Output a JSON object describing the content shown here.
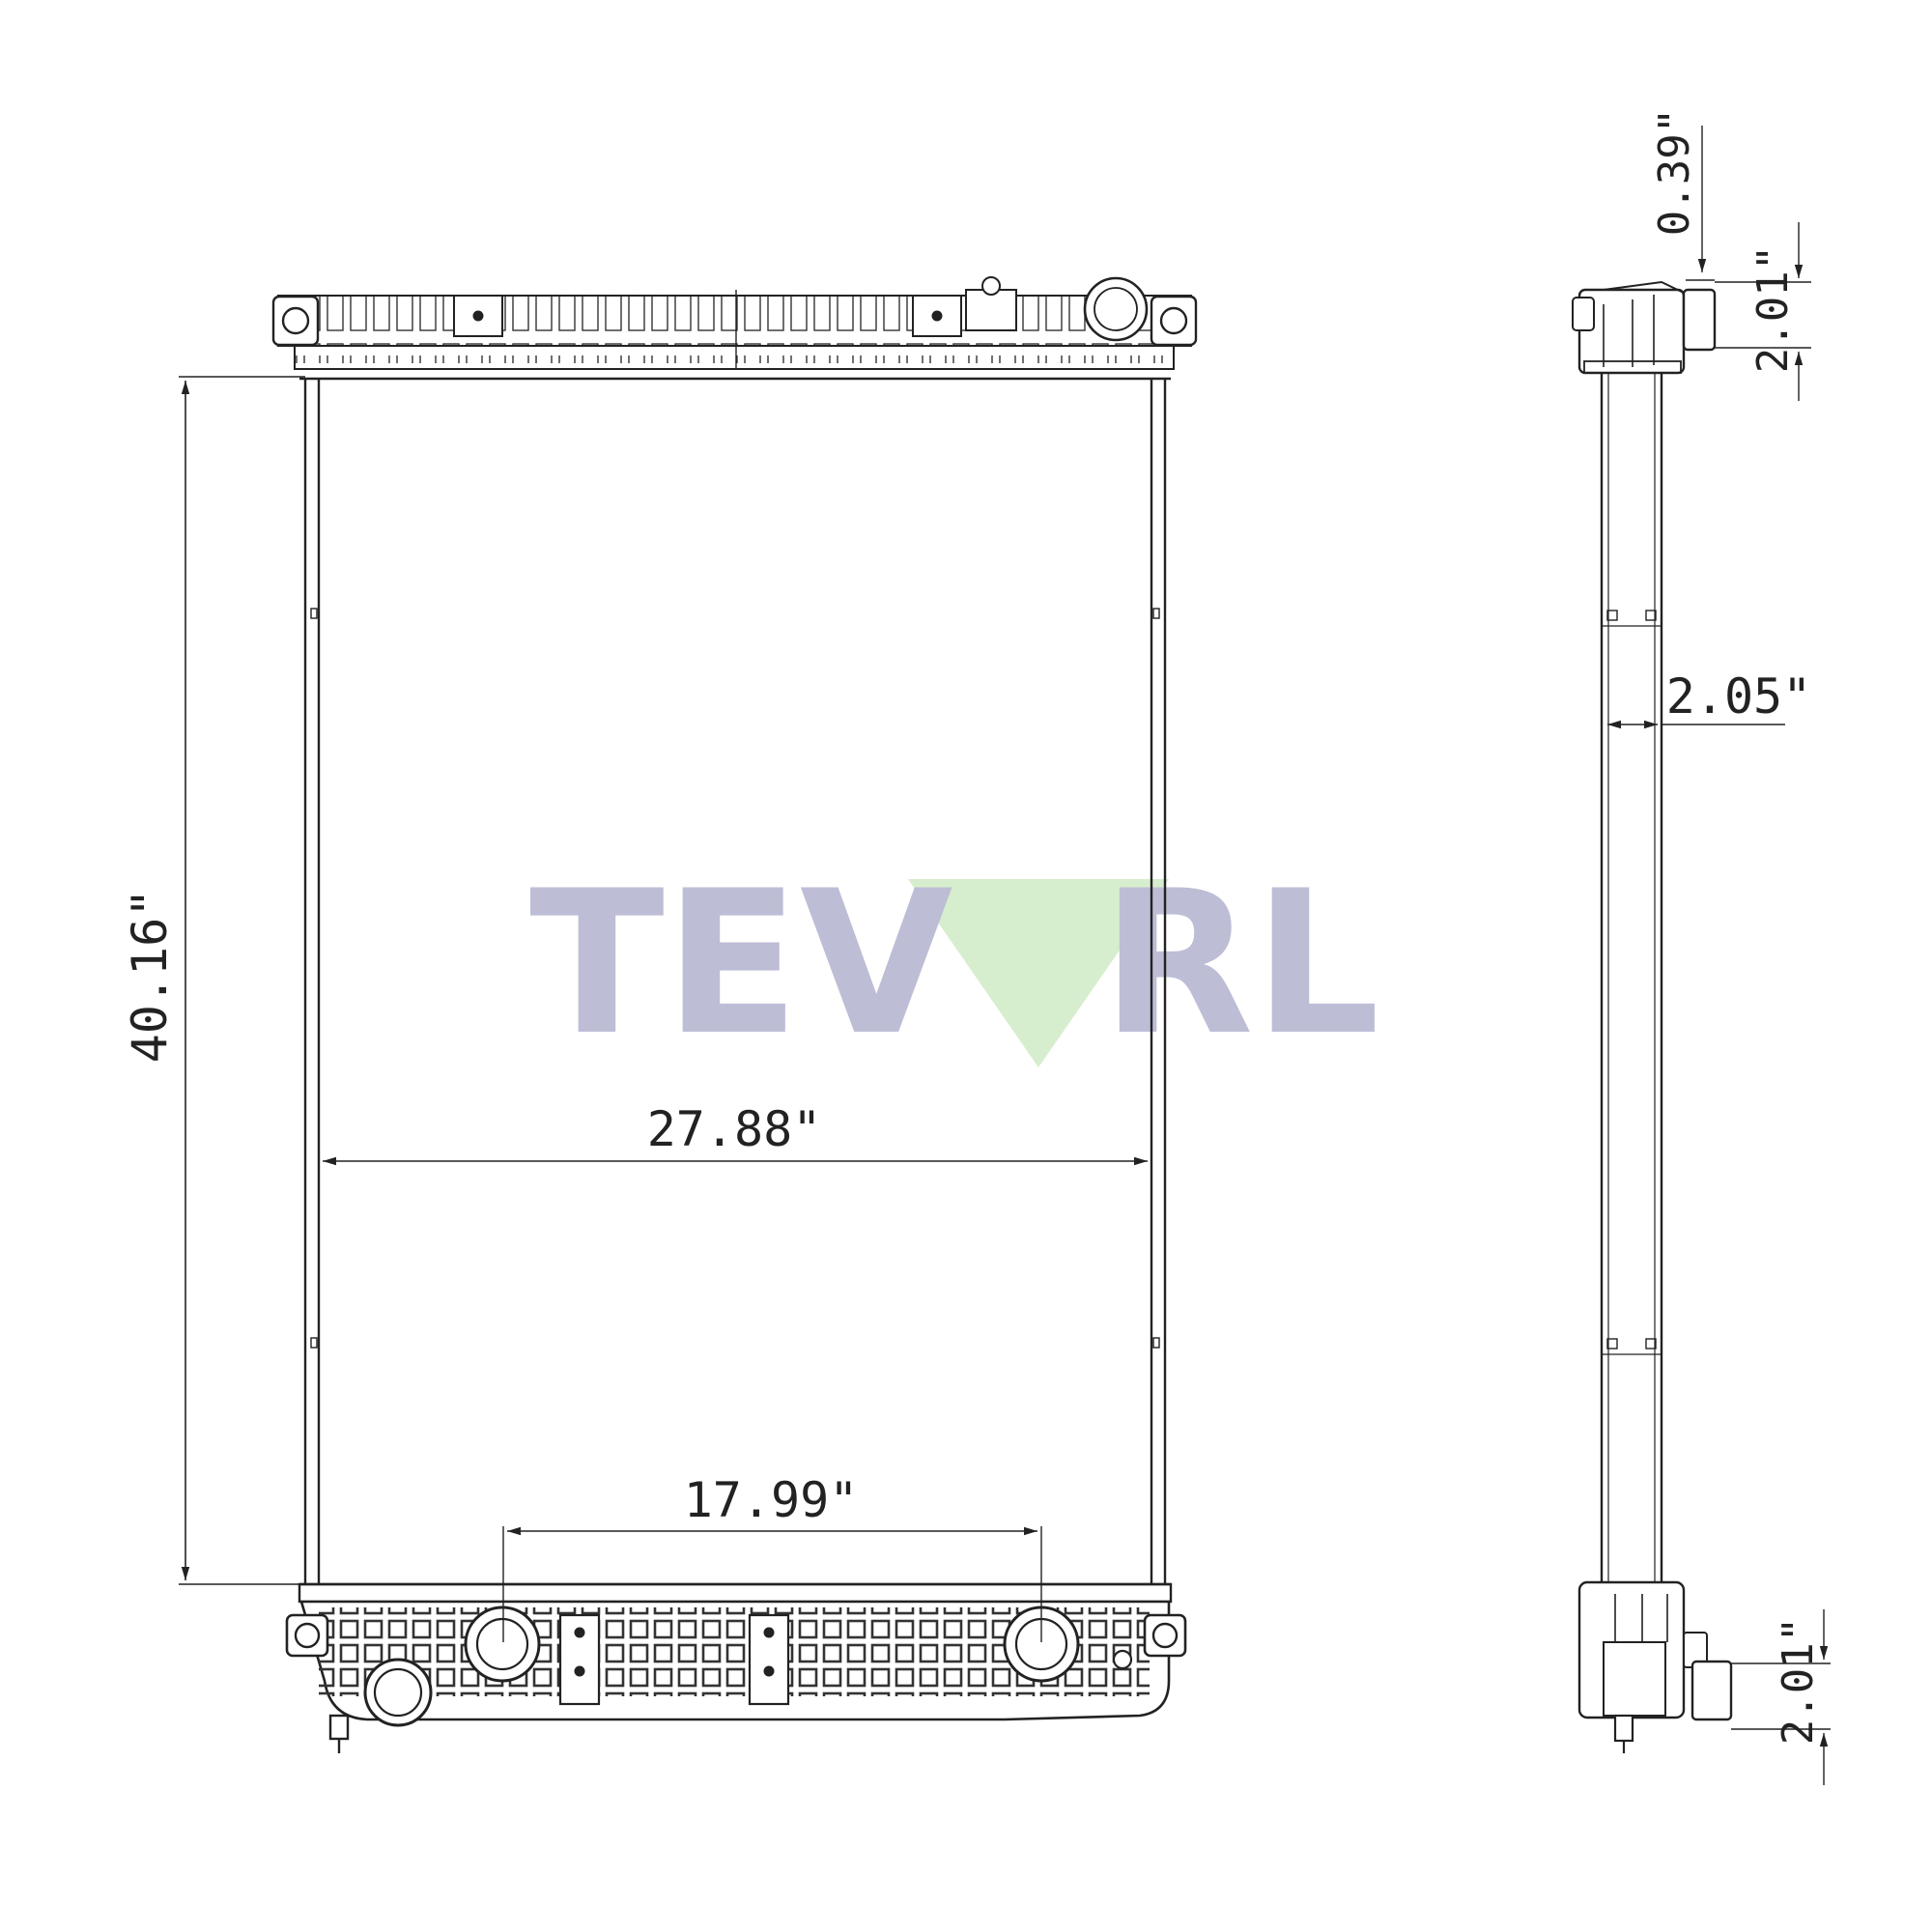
{
  "drawing": {
    "front_view": {
      "height_label": "40.16\"",
      "width_label": "27.88\"",
      "port_spacing_label": "17.99\""
    },
    "side_view": {
      "top_offset_label": "0.39\"",
      "top_port_label": "2.01\"",
      "core_depth_label": "2.05\"",
      "bottom_port_label": "2.01\""
    }
  },
  "watermark": {
    "text_left": "TEV",
    "text_right": "RL",
    "text_color": "#bdbdd6",
    "mark_color": "#d6eecd"
  },
  "colors": {
    "line": "#222222",
    "background": "#ffffff"
  }
}
